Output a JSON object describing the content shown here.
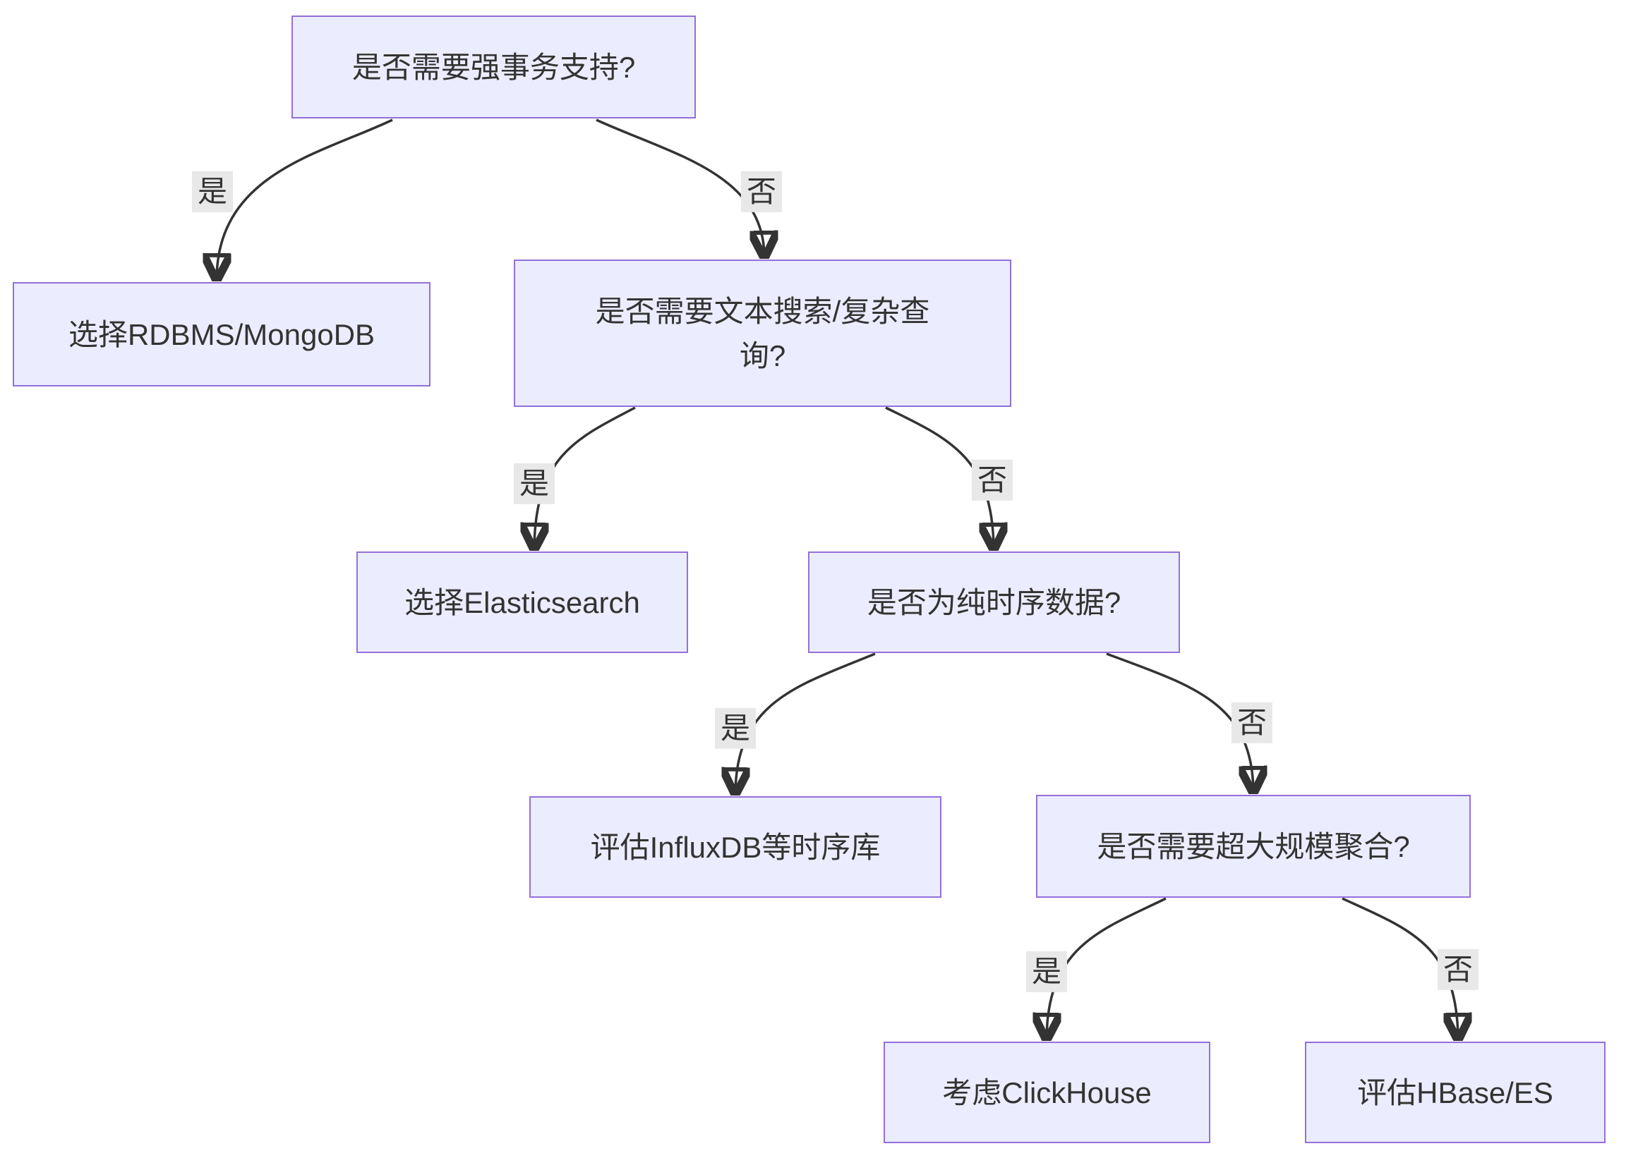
{
  "diagram": {
    "type": "flowchart",
    "direction": "top-down",
    "nodes": [
      {
        "id": "q-transaction",
        "kind": "question",
        "label": "是否需要强事务支持?"
      },
      {
        "id": "a-rdbms",
        "kind": "answer",
        "label": "选择RDBMS/MongoDB"
      },
      {
        "id": "q-text-search",
        "kind": "question",
        "label": "是否需要文本搜索/复杂查询?"
      },
      {
        "id": "a-elasticsearch",
        "kind": "answer",
        "label": "选择Elasticsearch"
      },
      {
        "id": "q-timeseries",
        "kind": "question",
        "label": "是否为纯时序数据?"
      },
      {
        "id": "a-influxdb",
        "kind": "answer",
        "label": "评估InfluxDB等时序库"
      },
      {
        "id": "q-aggregation",
        "kind": "question",
        "label": "是否需要超大规模聚合?"
      },
      {
        "id": "a-clickhouse",
        "kind": "answer",
        "label": "考虑ClickHouse"
      },
      {
        "id": "a-hbase-es",
        "kind": "answer",
        "label": "评估HBase/ES"
      }
    ],
    "edges": [
      {
        "from": "是否需要强事务支持?",
        "to": "选择RDBMS/MongoDB",
        "label": "是"
      },
      {
        "from": "是否需要强事务支持?",
        "to": "是否需要文本搜索/复杂查询?",
        "label": "否"
      },
      {
        "from": "是否需要文本搜索/复杂查询?",
        "to": "选择Elasticsearch",
        "label": "是"
      },
      {
        "from": "是否需要文本搜索/复杂查询?",
        "to": "是否为纯时序数据?",
        "label": "否"
      },
      {
        "from": "是否为纯时序数据?",
        "to": "评估InfluxDB等时序库",
        "label": "是"
      },
      {
        "from": "是否为纯时序数据?",
        "to": "是否需要超大规模聚合?",
        "label": "否"
      },
      {
        "from": "是否需要超大规模聚合?",
        "to": "考虑ClickHouse",
        "label": "是"
      },
      {
        "from": "是否需要超大规模聚合?",
        "to": "评估HBase/ES",
        "label": "否"
      }
    ],
    "colors": {
      "node_fill": "#ECECFF",
      "node_border": "#9370DB",
      "text": "#333333",
      "edge": "#333333",
      "edge_label_bg": "#e8e8e8",
      "background": "#ffffff"
    }
  }
}
